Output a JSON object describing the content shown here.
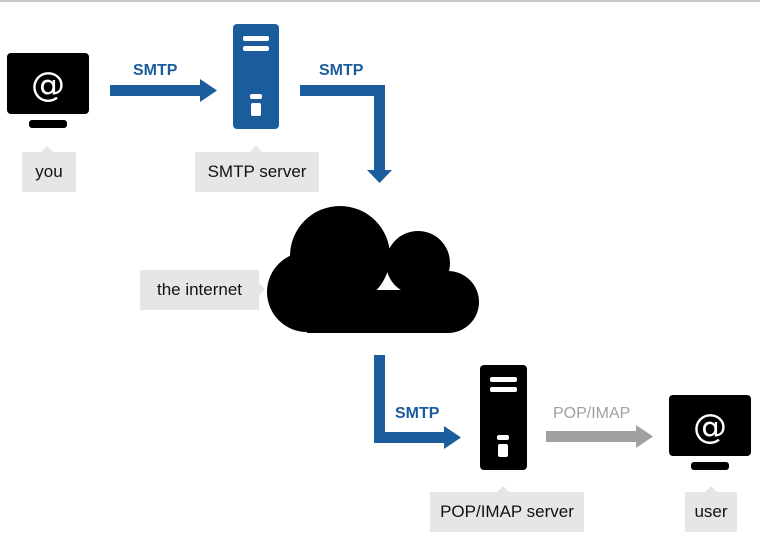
{
  "labels": {
    "you": "you",
    "smtp_server": "SMTP server",
    "internet": "the internet",
    "pop_imap_server": "POP/IMAP server",
    "user": "user"
  },
  "protocols": {
    "you_to_smtp": "SMTP",
    "smtp_to_internet": "SMTP",
    "internet_to_pop": "SMTP",
    "pop_to_user": "POP/IMAP"
  },
  "icons": {
    "computer_glyph": "@",
    "left_computer": "computer-icon",
    "right_computer": "computer-icon",
    "smtp_server": "server-icon",
    "pop_server": "server-icon",
    "cloud": "cloud-icon"
  },
  "colors": {
    "smtp_blue": "#1a5c9c",
    "pop_gray": "#a0a0a0",
    "device_black": "#000000",
    "label_bg": "#e6e6e6"
  }
}
